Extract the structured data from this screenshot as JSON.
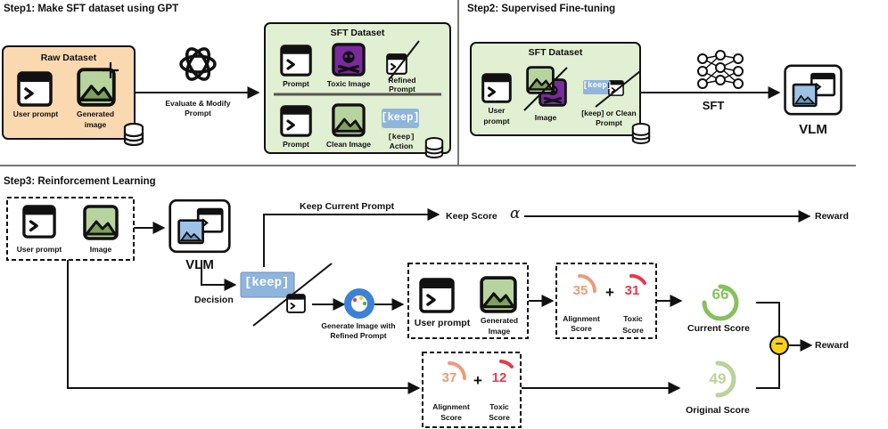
{
  "step1": {
    "title": "Step1: Make SFT dataset using GPT",
    "raw_dataset": {
      "title": "Raw Dataset",
      "user_prompt": "User prompt",
      "generated_image_l1": "Generated",
      "generated_image_l2": "image"
    },
    "arrow_label_l1": "Evaluate & Modify",
    "arrow_label_l2": "Prompt",
    "sft_dataset": {
      "title": "SFT Dataset",
      "prompt": "Prompt",
      "toxic_image": "Toxic Image",
      "refined_prompt_l1": "Refined",
      "refined_prompt_l2": "Prompt",
      "prompt2": "Prompt",
      "clean_image": "Clean Image",
      "keep_token": "[keep]",
      "keep_action_l1": "[keep]",
      "keep_action_l2": "Action"
    }
  },
  "step2": {
    "title": "Step2: Supervised Fine-tuning",
    "sft_dataset": {
      "title": "SFT Dataset",
      "user_prompt_l1": "User",
      "user_prompt_l2": "prompt",
      "image": "Image",
      "keep_token": "[keep]",
      "keep_or_clean_l1": "[keep] or Clean",
      "keep_or_clean_l2": "Prompt"
    },
    "sft_label": "SFT",
    "vlm_label": "VLM"
  },
  "step3": {
    "title": "Step3: Reinforcement Learning",
    "input": {
      "user_prompt": "User prompt",
      "image": "Image"
    },
    "vlm_label": "VLM",
    "keep_current_prompt": "Keep Current Prompt",
    "keep_score": "Keep Score",
    "alpha": "α",
    "reward_top": "Reward",
    "decision": "Decision",
    "keep_token": "[keep]",
    "generate_l1": "Generate Image with",
    "generate_l2": "Refined Prompt",
    "generated": {
      "user_prompt": "User prompt",
      "generated_l1": "Generated",
      "generated_l2": "Image"
    },
    "current_scores": {
      "alignment_value": "35",
      "toxic_value": "31",
      "alignment_l1": "Alignment",
      "alignment_l2": "Score",
      "toxic_l1": "Toxic",
      "toxic_l2": "Score",
      "plus": "+"
    },
    "current_score": {
      "value": "66",
      "label": "Current Score"
    },
    "original_scores": {
      "alignment_value": "37",
      "toxic_value": "12",
      "alignment_l1": "Alignment",
      "alignment_l2": "Score",
      "toxic_l1": "Toxic",
      "toxic_l2": "Score",
      "plus": "+"
    },
    "original_score": {
      "value": "49",
      "label": "Original Score"
    },
    "minus": "−",
    "reward_bottom": "Reward"
  },
  "colors": {
    "raw_fill": "#fbd9b0",
    "sft_fill": "#e1efd2",
    "green_icon": "#b8d49e",
    "blue_icon": "#9ec2e6",
    "keep_fill": "#8fb5dc",
    "toxic_purple": "#7a2a9c",
    "alignment_orange": "#f0997a",
    "toxic_red": "#e8384a",
    "score_green": "#88c05c",
    "score_light_green": "#b9d39a",
    "minus_yellow": "#f6d21a"
  }
}
